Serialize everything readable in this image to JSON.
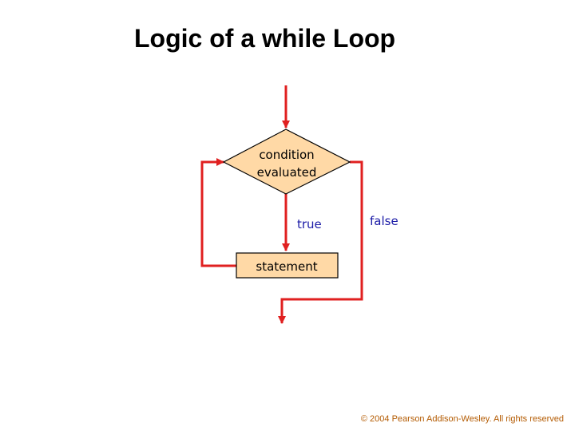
{
  "title": "Logic of a while Loop",
  "diagram": {
    "condition_line1": "condition",
    "condition_line2": "evaluated",
    "true_label": "true",
    "false_label": "false",
    "statement_label": "statement"
  },
  "footer": "© 2004 Pearson Addison-Wesley. All rights reserved",
  "colors": {
    "arrow": "#e02020",
    "node_fill": "#ffd9a6",
    "label_blue": "#1a1aa6",
    "footer": "#b35a00"
  }
}
